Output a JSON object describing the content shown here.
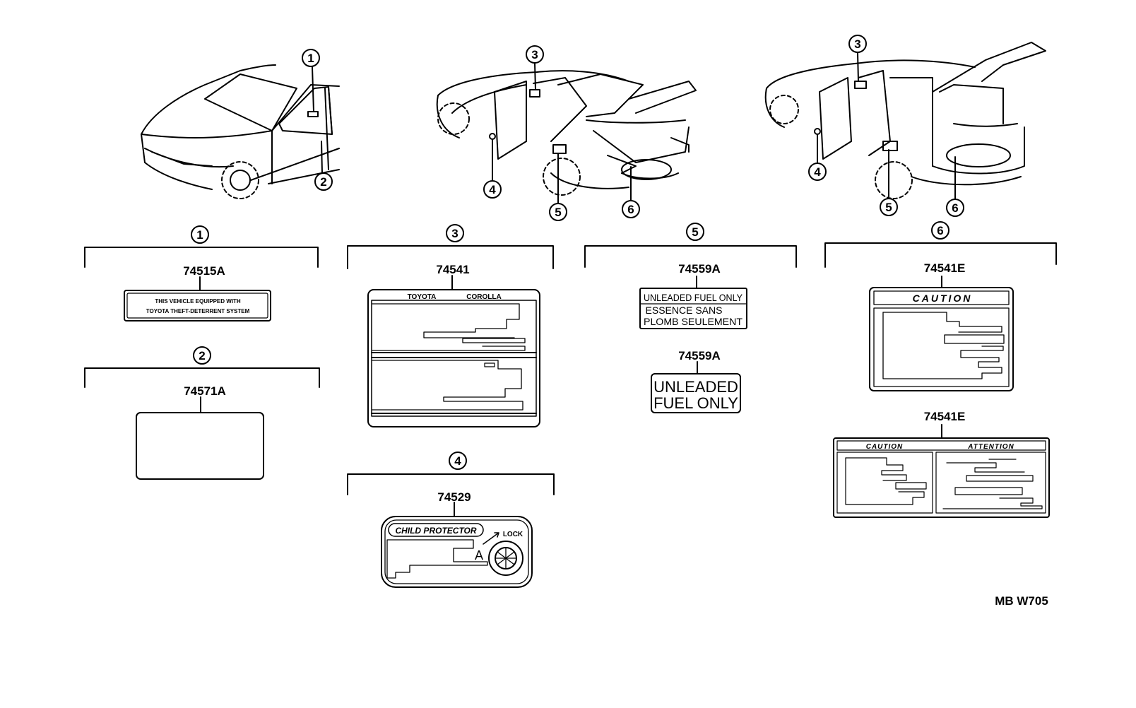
{
  "callouts": {
    "c1": "1",
    "c2": "2",
    "c3": "3",
    "c4": "4",
    "c5": "5",
    "c6": "6"
  },
  "labels": {
    "label_1": {
      "part": "74515A",
      "line1": "THIS VEHICLE EQUIPPED WITH",
      "line2": "TOYOTA THEFT-DETERRENT SYSTEM"
    },
    "label_2": {
      "part": "74571A"
    },
    "label_3": {
      "part": "74541",
      "left": "TOYOTA",
      "right": "COROLLA"
    },
    "label_4": {
      "part": "74529",
      "title": "CHILD PROTECTOR",
      "lock": "LOCK",
      "marker": "A"
    },
    "label_5a": {
      "part": "74559A",
      "line1": "UNLEADED FUEL ONLY",
      "line2": "ESSENCE  SANS",
      "line3": "PLOMB  SEULEMENT"
    },
    "label_5b": {
      "part": "74559A",
      "line1": "UNLEADED",
      "line2": "FUEL ONLY"
    },
    "label_6a": {
      "part": "74541E",
      "title": "CAUTION"
    },
    "label_6b": {
      "part": "74541E",
      "left": "CAUTION",
      "right": "ATTENTION"
    }
  },
  "footer": {
    "code": "MB W705"
  }
}
